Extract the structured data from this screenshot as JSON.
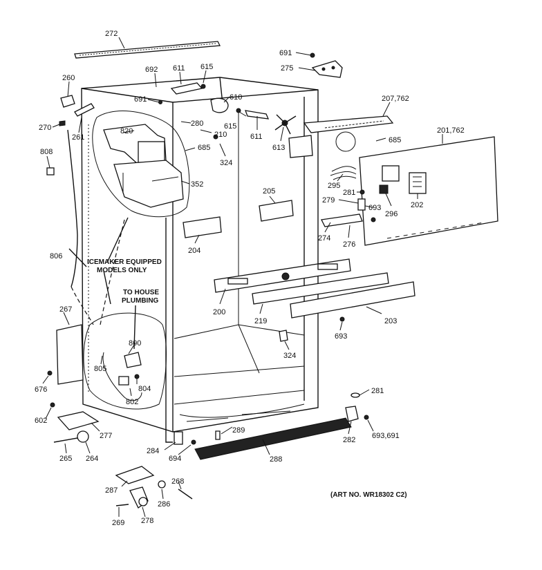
{
  "callouts": [
    "272",
    "691",
    "275",
    "692",
    "611",
    "615",
    "260",
    "691",
    "610",
    "207,762",
    "270",
    "280",
    "820",
    "615",
    "210",
    "261",
    "611",
    "613",
    "201,762",
    "685",
    "685",
    "808",
    "324",
    "352",
    "205",
    "295",
    "281",
    "202",
    "279",
    "693",
    "296",
    "204",
    "274",
    "276",
    "806",
    "200",
    "219",
    "203",
    "267",
    "693",
    "324",
    "800",
    "805",
    "804",
    "676",
    "802",
    "281",
    "602",
    "277",
    "289",
    "282",
    "693,691",
    "284",
    "265",
    "264",
    "694",
    "288",
    "287",
    "268",
    "286",
    "269",
    "278"
  ],
  "annotations": {
    "icemaker": [
      "ICEMAKER EQUIPPED",
      "MODELS ONLY"
    ],
    "plumbing": [
      "TO HOUSE",
      "PLUMBING"
    ],
    "art_no": "(ART NO. WR18302 C2)"
  }
}
